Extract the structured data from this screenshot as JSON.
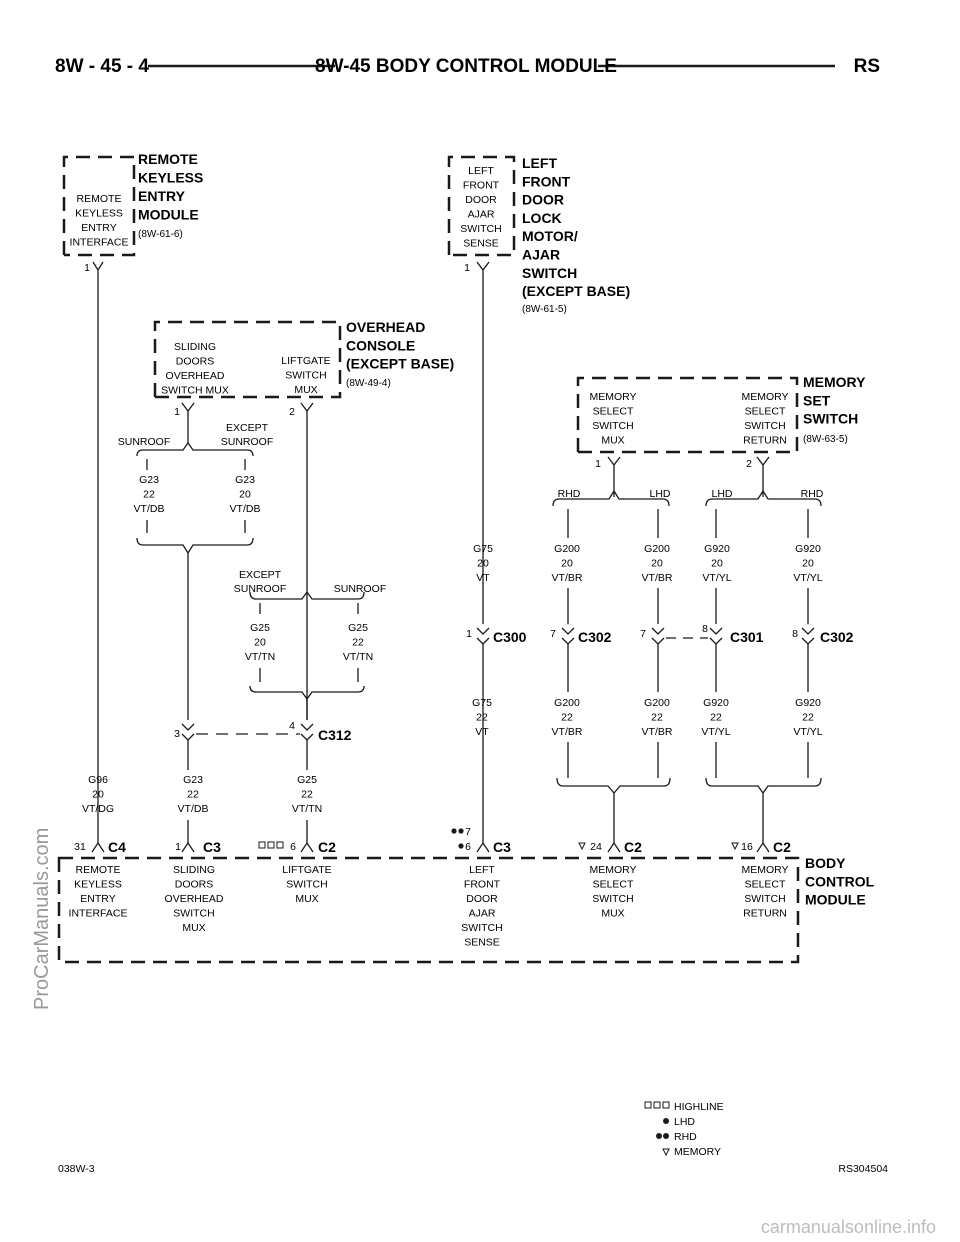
{
  "header": {
    "left": "8W - 45 - 4",
    "center": "8W-45 BODY CONTROL MODULE",
    "right": "RS"
  },
  "footer": {
    "left": "038W-3",
    "right": "RS304504"
  },
  "watermarks": {
    "side": "ProCarManuals.com",
    "bottom": "carmanualsonline.info"
  },
  "components": {
    "rke": {
      "inner": [
        "REMOTE",
        "KEYLESS",
        "ENTRY",
        "INTERFACE"
      ],
      "title": [
        "REMOTE",
        "KEYLESS",
        "ENTRY",
        "MODULE"
      ],
      "ref": "(8W-61-6)",
      "pin": "1"
    },
    "door": {
      "inner": [
        "LEFT",
        "FRONT",
        "DOOR",
        "AJAR",
        "SWITCH",
        "SENSE"
      ],
      "title": [
        "LEFT",
        "FRONT",
        "DOOR",
        "LOCK",
        "MOTOR/",
        "AJAR",
        "SWITCH",
        "(EXCEPT BASE)"
      ],
      "ref": "(8W-61-5)",
      "pin": "1"
    },
    "overhead": {
      "inner1": [
        "SLIDING",
        "DOORS",
        "OVERHEAD",
        "SWITCH MUX"
      ],
      "inner2": [
        "LIFTGATE",
        "SWITCH",
        "MUX"
      ],
      "title": [
        "OVERHEAD",
        "CONSOLE",
        "(EXCEPT BASE)"
      ],
      "ref": "(8W-49-4)",
      "pin1": "1",
      "pin2": "2"
    },
    "memory": {
      "inner1": [
        "MEMORY",
        "SELECT",
        "SWITCH",
        "MUX"
      ],
      "inner2": [
        "MEMORY",
        "SELECT",
        "SWITCH",
        "RETURN"
      ],
      "title": [
        "MEMORY",
        "SET",
        "SWITCH"
      ],
      "ref": "(8W-63-5)",
      "pin1": "1",
      "pin2": "2"
    },
    "bcm": {
      "title": [
        "BODY",
        "CONTROL",
        "MODULE"
      ],
      "inputs": [
        [
          "REMOTE",
          "KEYLESS",
          "ENTRY",
          "INTERFACE"
        ],
        [
          "SLIDING",
          "DOORS",
          "OVERHEAD",
          "SWITCH",
          "MUX"
        ],
        [
          "LIFTGATE",
          "SWITCH",
          "MUX"
        ],
        [
          "LEFT",
          "FRONT",
          "DOOR",
          "AJAR",
          "SWITCH",
          "SENSE"
        ],
        [
          "MEMORY",
          "SELECT",
          "SWITCH",
          "MUX"
        ],
        [
          "MEMORY",
          "SELECT",
          "SWITCH",
          "RETURN"
        ]
      ]
    }
  },
  "splits": {
    "sunroof": "SUNROOF",
    "except_sunroof": [
      "EXCEPT",
      "SUNROOF"
    ],
    "rhd": "RHD",
    "lhd": "LHD"
  },
  "wires": {
    "g23_22_upper": [
      "G23",
      "22",
      "VT/DB"
    ],
    "g23_20": [
      "G23",
      "20",
      "VT/DB"
    ],
    "g25_20": [
      "G25",
      "20",
      "VT/TN"
    ],
    "g25_22_upper": [
      "G25",
      "22",
      "VT/TN"
    ],
    "g75_20": [
      "G75",
      "20",
      "VT"
    ],
    "g200_20_a": [
      "G200",
      "20",
      "VT/BR"
    ],
    "g200_20_b": [
      "G200",
      "20",
      "VT/BR"
    ],
    "g920_20_a": [
      "G920",
      "20",
      "VT/YL"
    ],
    "g920_20_b": [
      "G920",
      "20",
      "VT/YL"
    ],
    "g75_22": [
      "G75",
      "22",
      "VT"
    ],
    "g200_22_a": [
      "G200",
      "22",
      "VT/BR"
    ],
    "g200_22_b": [
      "G200",
      "22",
      "VT/BR"
    ],
    "g920_22_a": [
      "G920",
      "22",
      "VT/YL"
    ],
    "g920_22_b": [
      "G920",
      "22",
      "VT/YL"
    ],
    "g96": [
      "G96",
      "20",
      "VT/DG"
    ],
    "g23_22_lower": [
      "G23",
      "22",
      "VT/DB"
    ],
    "g25_22_lower": [
      "G25",
      "22",
      "VT/TN"
    ]
  },
  "connectors": {
    "c300": {
      "name": "C300",
      "pin": "1"
    },
    "c302a": {
      "name": "C302",
      "pin": "7"
    },
    "c301": {
      "name": "C301",
      "pin_a": "7",
      "pin_b": "8"
    },
    "c302b": {
      "name": "C302",
      "pin": "8"
    },
    "c312": {
      "name": "C312",
      "pin_a": "3",
      "pin_b": "4"
    },
    "bcm_c4": {
      "name": "C4",
      "pin": "31"
    },
    "bcm_c3a": {
      "name": "C3",
      "pin": "1"
    },
    "bcm_c2a": {
      "name": "C2",
      "pin": "6"
    },
    "bcm_c3b": {
      "name": "C3",
      "pin_a": "7",
      "pin_b": "6"
    },
    "bcm_c2b": {
      "name": "C2",
      "pin": "24"
    },
    "bcm_c2c": {
      "name": "C2",
      "pin": "16"
    }
  },
  "legend": [
    {
      "symbol": "□□□",
      "label": "HIGHLINE"
    },
    {
      "symbol": "●",
      "label": "LHD"
    },
    {
      "symbol": "●●",
      "label": "RHD"
    },
    {
      "symbol": "▿",
      "label": "MEMORY"
    }
  ],
  "colors": {
    "ink": "#1a1a1a",
    "watermark": "#999999"
  }
}
